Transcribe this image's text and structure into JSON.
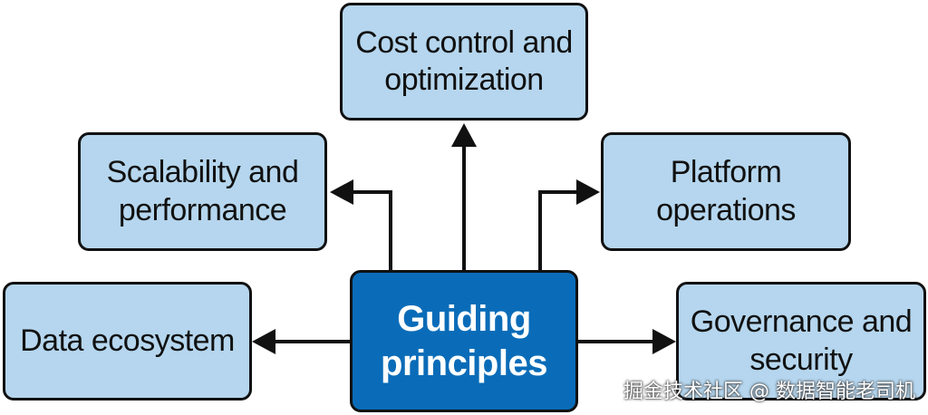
{
  "diagram": {
    "center": {
      "label": "Guiding\nprinciples"
    },
    "nodes": {
      "cost": "Cost control and\noptimization",
      "scalability": "Scalability and\nperformance",
      "platform": "Platform\noperations",
      "data": "Data ecosystem",
      "governance": "Governance and\nsecurity"
    },
    "edges": [
      {
        "from": "center",
        "to": "cost"
      },
      {
        "from": "center",
        "to": "scalability"
      },
      {
        "from": "center",
        "to": "platform"
      },
      {
        "from": "center",
        "to": "data"
      },
      {
        "from": "center",
        "to": "governance"
      }
    ]
  },
  "watermark": "掘金技术社区 @ 数据智能老司机",
  "colors": {
    "node_fill": "#b5d6ee",
    "center_fill": "#0a6cb8",
    "stroke": "#111111"
  }
}
